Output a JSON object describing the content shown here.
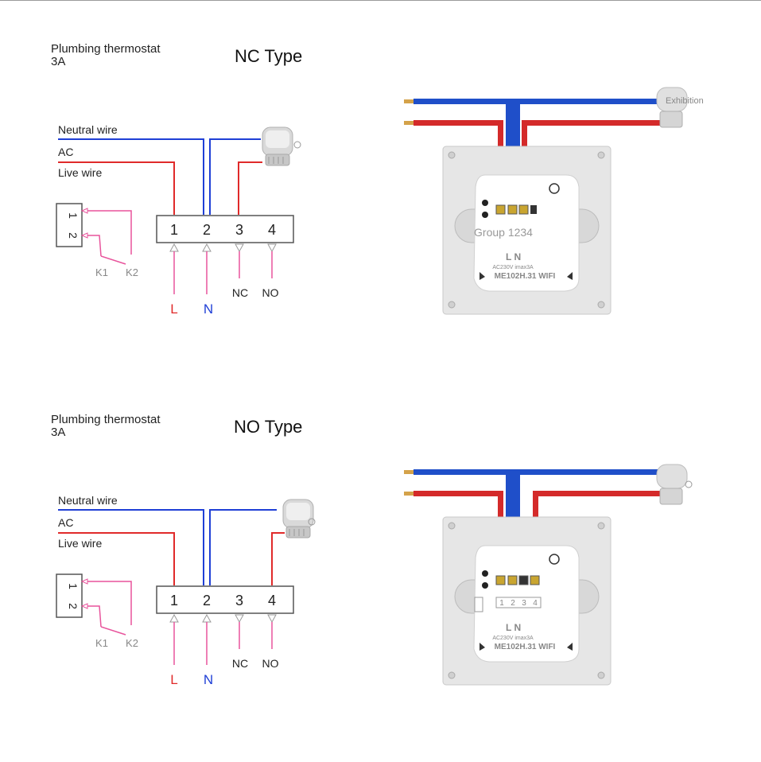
{
  "colors": {
    "neutral": "#1f3fd6",
    "live": "#e02a2a",
    "pink": "#e8549c",
    "terminal_border": "#555555",
    "plate": "#e6e6e6"
  },
  "sections": [
    {
      "heading_line1": "Plumbing thermostat",
      "heading_line2": "3A",
      "type_title": "NC Type",
      "wire_labels": [
        "Neutral wire",
        "AC",
        "Live wire"
      ],
      "terminals": [
        "1",
        "2",
        "3",
        "4"
      ],
      "contact_numbers": [
        "1",
        "2"
      ],
      "contact_labels": [
        "K1",
        "K2"
      ],
      "bottom_labels": [
        "L",
        "N",
        "NC",
        "NO"
      ],
      "device_model": "ME102H.31 WIFI",
      "device_rating": "AC230V imax3A",
      "device_overlay": "Group 1234",
      "actuator_overlay": "Exhibition"
    },
    {
      "heading_line1": "Plumbing thermostat",
      "heading_line2": "3A",
      "type_title": "NO Type",
      "wire_labels": [
        "Neutral wire",
        "AC",
        "Live wire"
      ],
      "terminals": [
        "1",
        "2",
        "3",
        "4"
      ],
      "contact_numbers": [
        "1",
        "2"
      ],
      "contact_labels": [
        "K1",
        "K2"
      ],
      "bottom_labels": [
        "L",
        "N",
        "NC",
        "NO"
      ],
      "device_model": "ME102H.31 WIFI",
      "device_rating": "AC230V imax3A",
      "device_terminal_numbers": [
        "1",
        "2",
        "3",
        "4"
      ]
    }
  ]
}
